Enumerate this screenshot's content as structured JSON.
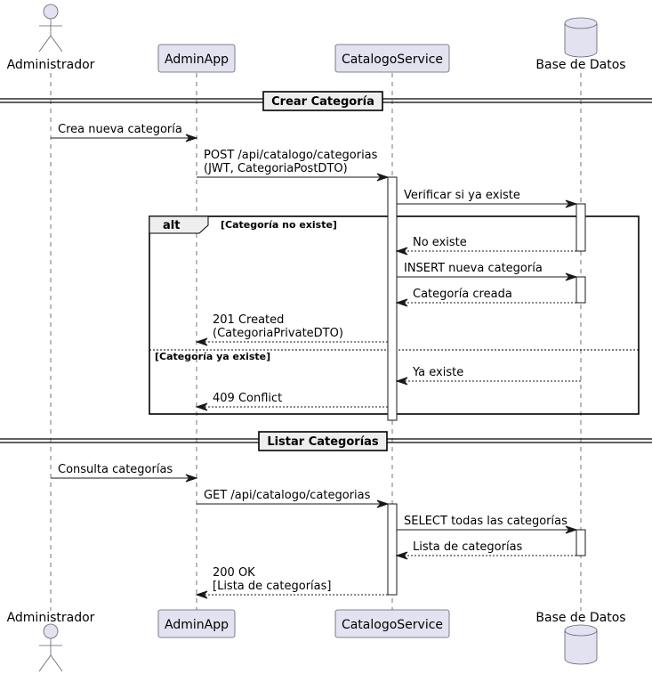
{
  "diagram": {
    "type": "sequence",
    "colors": {
      "participant_fill": "#E2E2F0",
      "participant_border": "#5F5F6F",
      "line": "#181818",
      "group_fill": "#EEEEEE"
    },
    "participants": [
      {
        "id": "admin",
        "label": "Administrador",
        "kind": "actor"
      },
      {
        "id": "app",
        "label": "AdminApp",
        "kind": "participant"
      },
      {
        "id": "svc",
        "label": "CatalogoService",
        "kind": "participant"
      },
      {
        "id": "db",
        "label": "Base de Datos",
        "kind": "database"
      }
    ],
    "dividers": [
      {
        "label": "Crear Categoría"
      },
      {
        "label": "Listar Categorías"
      }
    ],
    "alt": {
      "keyword": "alt",
      "guard1": "[Categoría no existe]",
      "guard2": "[Categoría ya existe]"
    },
    "messages": [
      {
        "from": "admin",
        "to": "app",
        "lines": [
          "Crea nueva categoría"
        ],
        "style": "sync"
      },
      {
        "from": "app",
        "to": "svc",
        "lines": [
          "POST /api/catalogo/categorias",
          "(JWT, CategoriaPostDTO)"
        ],
        "style": "sync"
      },
      {
        "from": "svc",
        "to": "db",
        "lines": [
          "Verificar si ya existe"
        ],
        "style": "sync"
      },
      {
        "from": "db",
        "to": "svc",
        "lines": [
          "No existe"
        ],
        "style": "return"
      },
      {
        "from": "svc",
        "to": "db",
        "lines": [
          "INSERT nueva categoría"
        ],
        "style": "sync"
      },
      {
        "from": "db",
        "to": "svc",
        "lines": [
          "Categoría creada"
        ],
        "style": "return"
      },
      {
        "from": "svc",
        "to": "app",
        "lines": [
          "201 Created",
          "(CategoriaPrivateDTO)"
        ],
        "style": "return"
      },
      {
        "from": "db",
        "to": "svc",
        "lines": [
          "Ya existe"
        ],
        "style": "return"
      },
      {
        "from": "svc",
        "to": "app",
        "lines": [
          "409 Conflict"
        ],
        "style": "return"
      },
      {
        "from": "admin",
        "to": "app",
        "lines": [
          "Consulta categorías"
        ],
        "style": "sync"
      },
      {
        "from": "app",
        "to": "svc",
        "lines": [
          "GET /api/catalogo/categorias"
        ],
        "style": "sync"
      },
      {
        "from": "svc",
        "to": "db",
        "lines": [
          "SELECT todas las categorías"
        ],
        "style": "sync"
      },
      {
        "from": "db",
        "to": "svc",
        "lines": [
          "Lista de categorías"
        ],
        "style": "return"
      },
      {
        "from": "svc",
        "to": "app",
        "lines": [
          "200 OK",
          "[Lista de categorías]"
        ],
        "style": "return"
      }
    ]
  }
}
